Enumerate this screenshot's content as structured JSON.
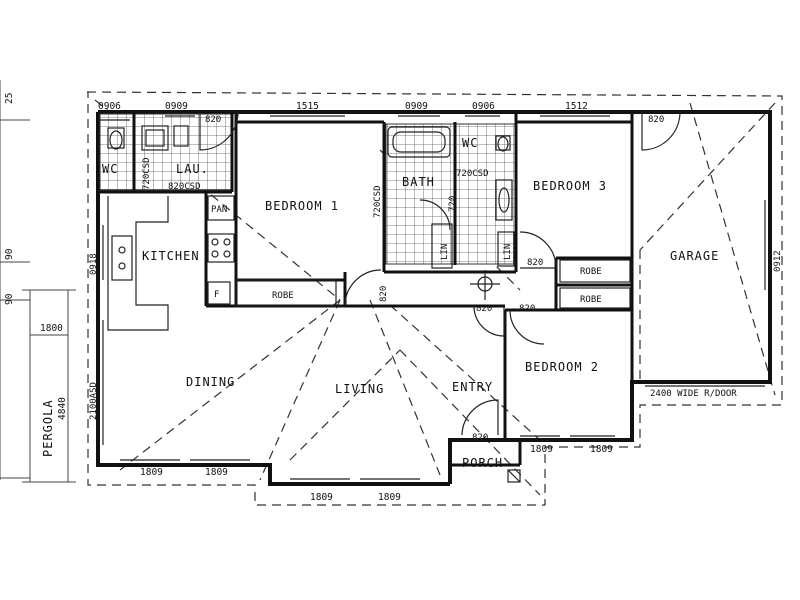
{
  "rooms": {
    "wc1": "WC",
    "laundry": "LAU.",
    "kitchen": "KITCHEN",
    "pantry": "PAN",
    "fridge": "F",
    "bedroom1": "BEDROOM 1",
    "robe1": "ROBE",
    "bath": "BATH",
    "linen1": "LIN",
    "linen2": "LIN",
    "wc2": "WC",
    "bedroom3": "BEDROOM 3",
    "robe3": "ROBE",
    "robe2": "ROBE",
    "bedroom2": "BEDROOM 2",
    "garage": "GARAGE",
    "dining": "DINING",
    "living": "LIVING",
    "entry": "ENTRY",
    "porch": "PORCH",
    "pergola": "PERGOLA"
  },
  "dimensions": {
    "top_0906_a": "0906",
    "top_0909_a": "0909",
    "top_1515": "1515",
    "top_0909_b": "0909",
    "top_0906_b": "0906",
    "top_1512": "1512",
    "door_820_wc": "820",
    "door_820_garage": "820",
    "csd_720_a": "720CSD",
    "csd_820_lau": "820CSD",
    "csd_720_bath": "720CSD",
    "csd_720_wc2": "720CSD",
    "bath_720": "720",
    "door_820_b3": "820",
    "door_820_b1": "820",
    "door_820_hall": "820",
    "door_820_b2": "820",
    "door_820_entry": "820",
    "win_0918": "0918",
    "win_2100asd": "2100ASD",
    "pergola_1800": "1800",
    "pergola_4840": "4840",
    "win_0912": "0912",
    "rdoor": "2400 WIDE R/DOOR",
    "bot_1809_a": "1809",
    "bot_1809_b": "1809",
    "bot_1809_c": "1809",
    "bot_1809_d": "1809",
    "bot_1809_e": "1809",
    "bot_1809_f": "1809",
    "edge_90_a": "90",
    "edge_90_b": "90",
    "edge_25": "25"
  }
}
